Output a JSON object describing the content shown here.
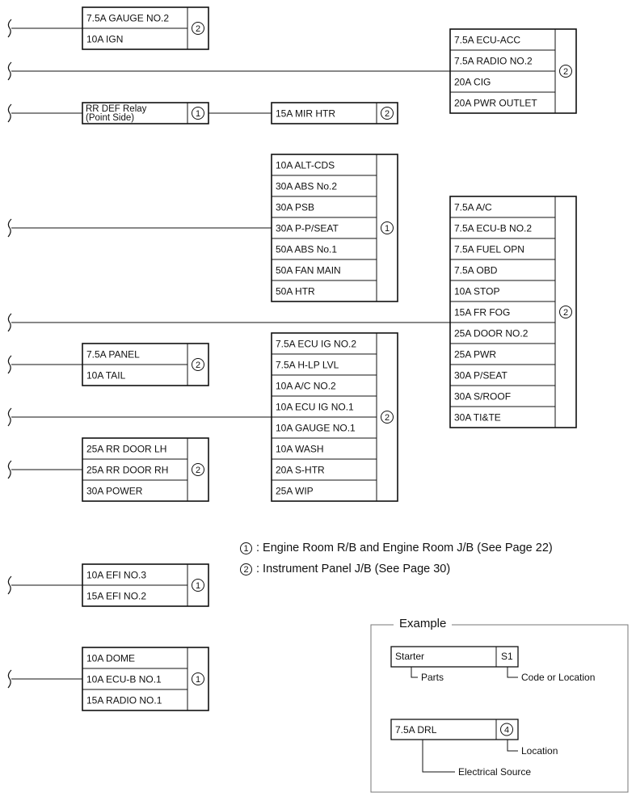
{
  "groups": [
    {
      "id": "g1",
      "items": [
        "7.5A GAUGE NO.2",
        "10A IGN"
      ],
      "code": "2"
    },
    {
      "id": "g2",
      "items": [
        "7.5A ECU-ACC",
        "7.5A RADIO NO.2",
        "20A CIG",
        "20A PWR OUTLET"
      ],
      "code": "2"
    },
    {
      "id": "g3",
      "items": [
        "RR DEF Relay|(Point Side)"
      ],
      "code": "1"
    },
    {
      "id": "g4",
      "items": [
        "15A MIR HTR"
      ],
      "code": "2"
    },
    {
      "id": "g5",
      "items": [
        "10A ALT-CDS",
        "30A ABS No.2",
        "30A PSB",
        "30A P-P/SEAT",
        "50A ABS No.1",
        "50A FAN MAIN",
        "50A HTR"
      ],
      "code": "1"
    },
    {
      "id": "g6",
      "items": [
        "7.5A A/C",
        "7.5A ECU-B NO.2",
        "7.5A FUEL OPN",
        "7.5A OBD",
        "10A STOP",
        "15A FR FOG",
        "25A DOOR NO.2",
        "25A PWR",
        "30A P/SEAT",
        "30A S/ROOF",
        "30A TI&TE"
      ],
      "code": "2"
    },
    {
      "id": "g7",
      "items": [
        "7.5A PANEL",
        "10A TAIL"
      ],
      "code": "2"
    },
    {
      "id": "g8",
      "items": [
        "7.5A ECU IG NO.2",
        "7.5A H-LP LVL",
        "10A A/C NO.2",
        "10A ECU IG NO.1",
        "10A GAUGE NO.1",
        "10A WASH",
        "20A S-HTR",
        "25A WIP"
      ],
      "code": "2"
    },
    {
      "id": "g9",
      "items": [
        "25A RR DOOR LH",
        "25A RR DOOR RH",
        "30A POWER"
      ],
      "code": "2"
    },
    {
      "id": "g10",
      "items": [
        "10A EFI NO.3",
        "15A EFI NO.2"
      ],
      "code": "1"
    },
    {
      "id": "g11",
      "items": [
        "10A DOME",
        "10A ECU-B NO.1",
        "15A RADIO NO.1"
      ],
      "code": "1"
    }
  ],
  "legend": [
    {
      "code": "1",
      "text": ": Engine Room R/B and Engine Room J/B (See Page 22)"
    },
    {
      "code": "2",
      "text": ": Instrument Panel J/B (See Page 30)"
    }
  ],
  "example": {
    "title": "Example",
    "part_box": {
      "name": "Starter",
      "code": "S1"
    },
    "parts_label": "Parts",
    "code_label": "Code or Location",
    "source_box": {
      "name": "7.5A DRL",
      "code": "4"
    },
    "location_label": "Location",
    "source_label": "Electrical Source"
  }
}
